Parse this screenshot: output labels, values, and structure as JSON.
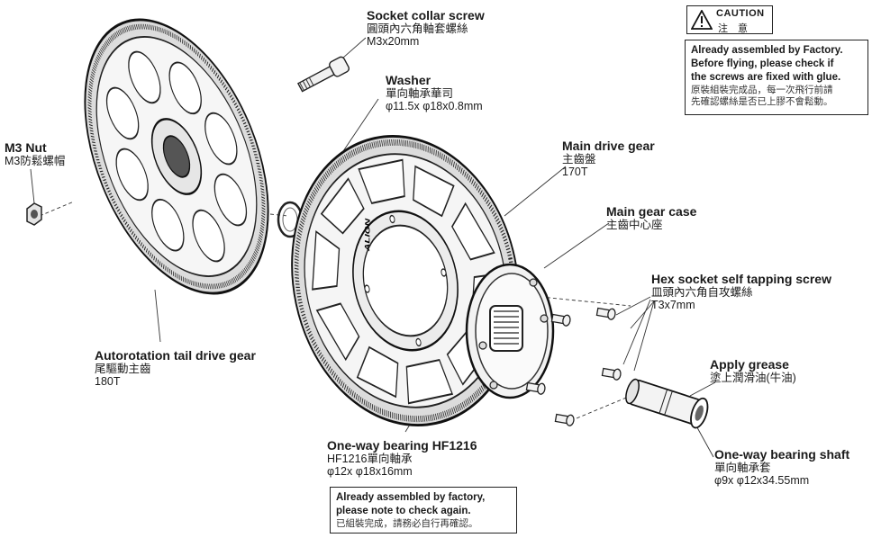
{
  "caution": {
    "title": "CAUTION",
    "subtitle": "注 意",
    "note_en_1": "Already assembled by Factory.",
    "note_en_2": "Before flying, please check if",
    "note_en_3": "the screws are fixed with glue.",
    "note_zh_1": "原裝組裝完成品，每一次飛行前請",
    "note_zh_2": "先確認螺絲是否已上膠不會鬆動。"
  },
  "parts": {
    "socket_collar_screw": {
      "en": "Socket collar screw",
      "zh": "圓頭內六角軸套螺絲",
      "spec": "M3x20mm"
    },
    "washer": {
      "en": "Washer",
      "zh": "單向軸承華司",
      "spec": "φ11.5x φ18x0.8mm"
    },
    "m3_nut": {
      "en": "M3 Nut",
      "zh": "M3防鬆螺帽"
    },
    "main_drive_gear": {
      "en": "Main drive gear",
      "zh": "主齒盤",
      "spec": "170T"
    },
    "main_gear_case": {
      "en": "Main gear case",
      "zh": "主齒中心座"
    },
    "hex_screw": {
      "en": "Hex socket self tapping screw",
      "zh": "皿頭內六角自攻螺絲",
      "spec": "T3x7mm"
    },
    "apply_grease": {
      "en": "Apply grease",
      "zh": "塗上潤滑油(牛油)"
    },
    "autorotation_gear": {
      "en": "Autorotation tail drive gear",
      "zh": "尾驅動主齒",
      "spec": "180T"
    },
    "one_way_bearing": {
      "en": "One-way bearing HF1216",
      "zh": "HF1216單向軸承",
      "spec": "φ12x φ18x16mm"
    },
    "one_way_shaft": {
      "en": "One-way bearing shaft",
      "zh": "單向軸承套",
      "spec": "φ9x φ12x34.55mm"
    }
  },
  "factory_note": {
    "line1": "Already assembled by factory,",
    "line2": "please note to check again.",
    "line3": "已組裝完成，請務必自行再確認。"
  },
  "gear_logo": "ALIGN"
}
